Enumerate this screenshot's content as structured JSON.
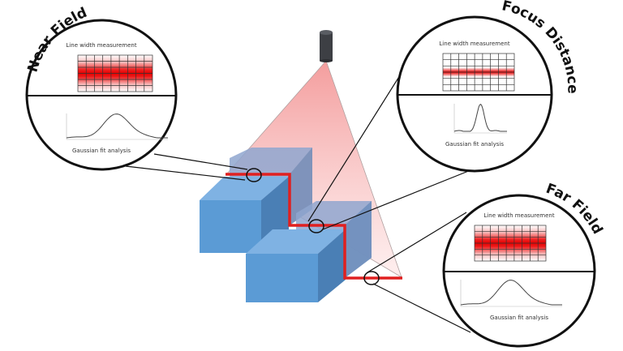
{
  "diagram": {
    "title": "Laser line profiler: line width across depth of field",
    "camera": {
      "icon": "camera-sensor-icon"
    },
    "colors": {
      "beam": "#f4a6a6",
      "laser_line": "#e02020",
      "block_front": "#5b9bd5",
      "block_top": "#7fb2e3",
      "block_side": "#4a7fb5",
      "back_block": "#8da3cc",
      "outline": "#111111"
    },
    "panels": [
      {
        "id": "near-field",
        "title": "Near Field",
        "top_label": "Line width measurement",
        "bottom_label": "Gaussian fit analysis",
        "line_width": "wide",
        "gaussian_sigma": 0.13
      },
      {
        "id": "focus-distance",
        "title": "Focus Distance",
        "top_label": "Line width measurement",
        "bottom_label": "Gaussian fit analysis",
        "line_width": "narrow",
        "gaussian_sigma": 0.07
      },
      {
        "id": "far-field",
        "title": "Far Field",
        "top_label": "Line width measurement",
        "bottom_label": "Gaussian fit analysis",
        "line_width": "wide",
        "gaussian_sigma": 0.13
      }
    ],
    "grid": {
      "columns": 9,
      "rows": 6
    }
  }
}
